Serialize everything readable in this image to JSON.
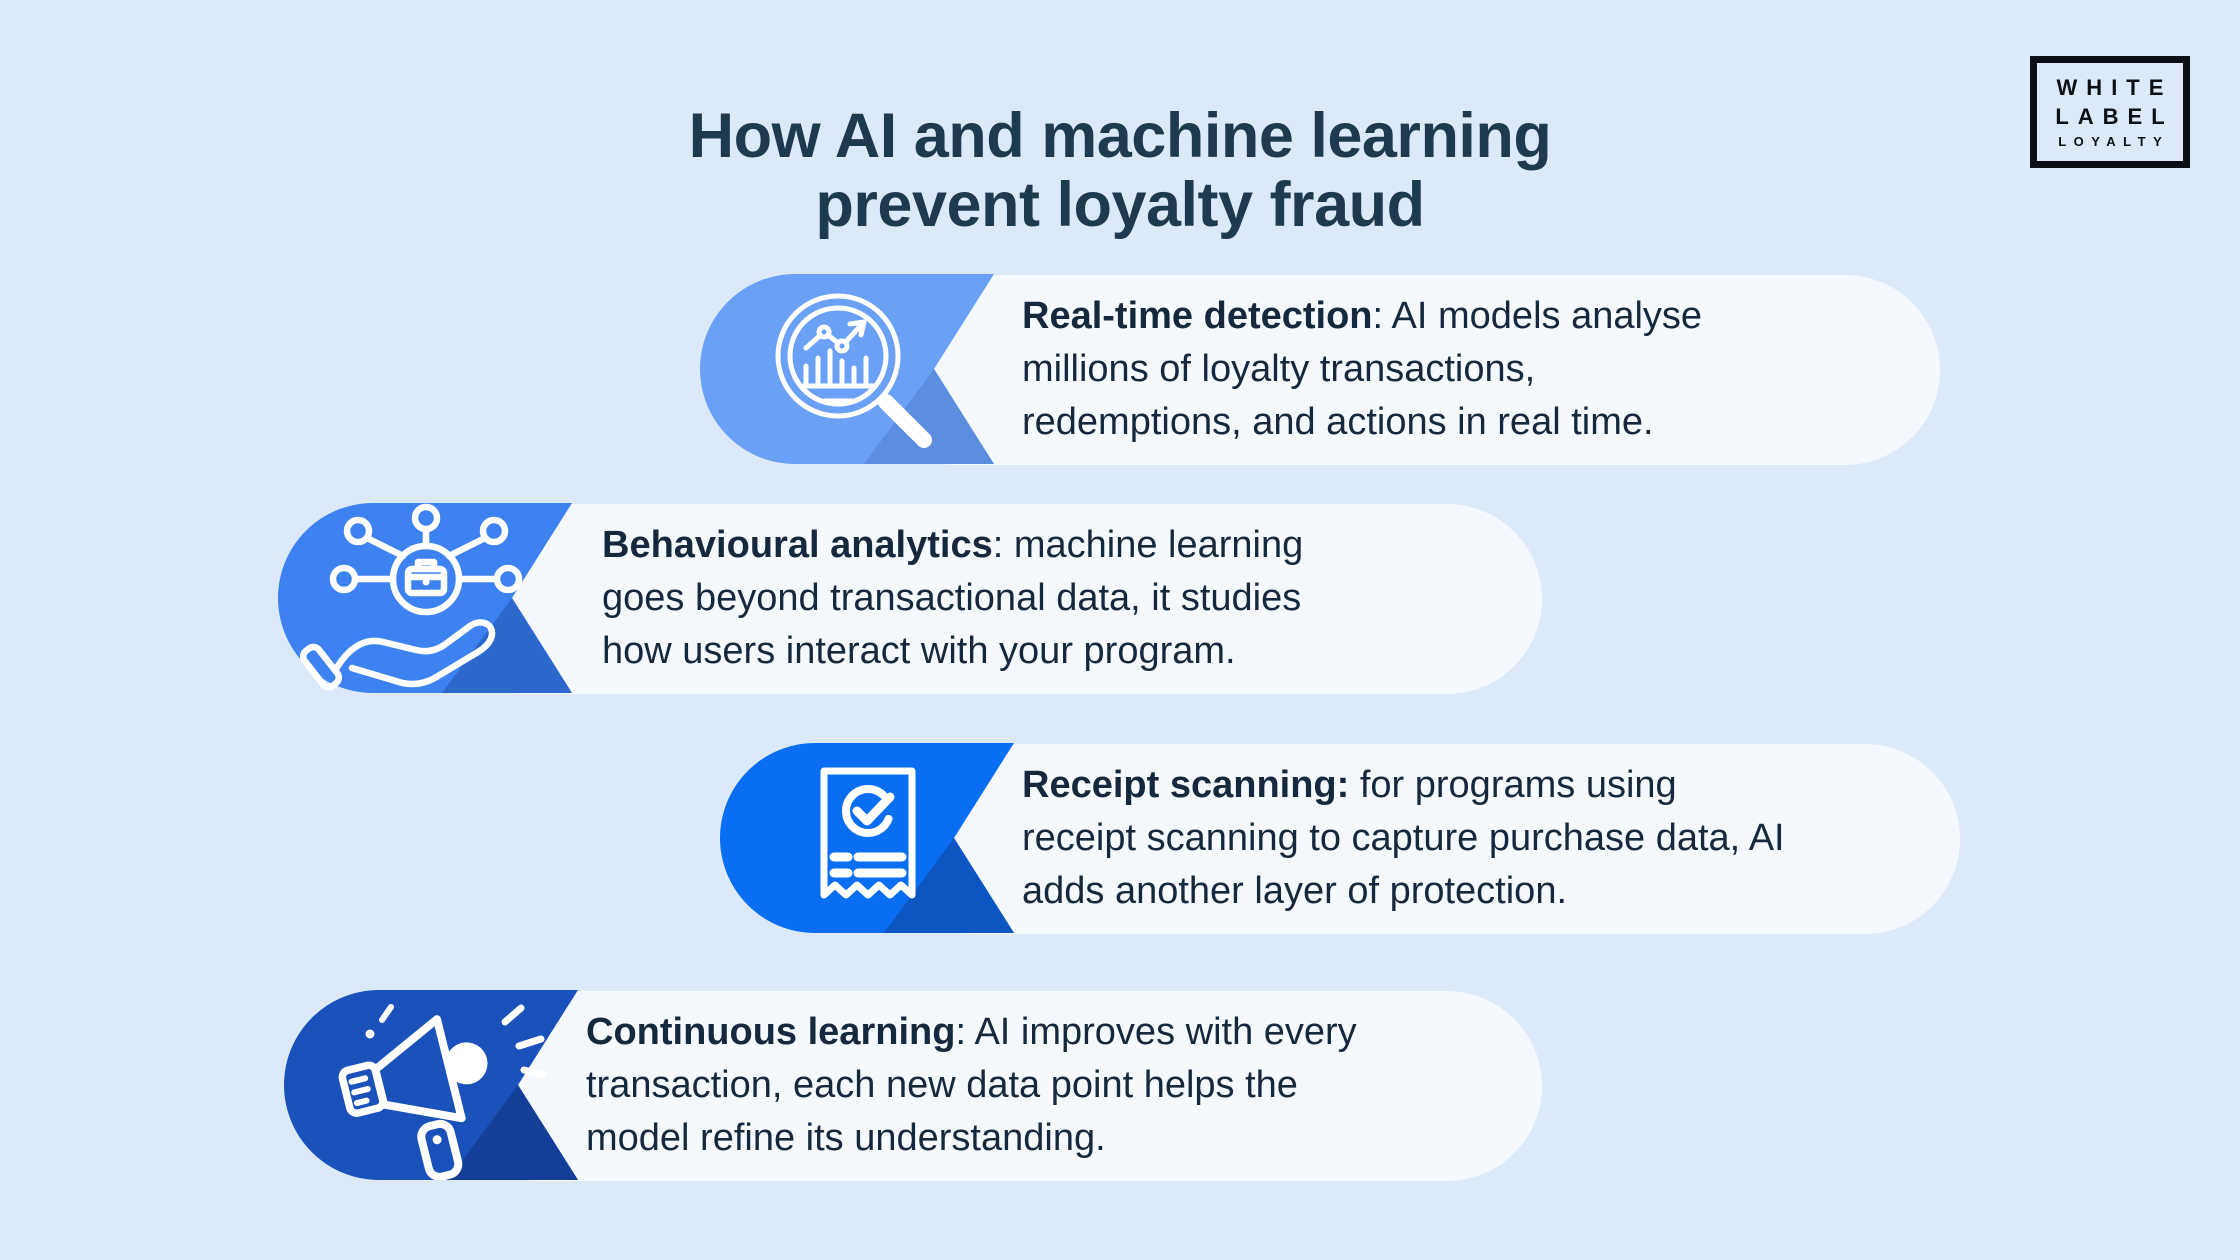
{
  "page": {
    "title_line1": "How AI and machine learning",
    "title_line2": "prevent loyalty fraud",
    "background_color": "#dce9f9",
    "card_color": "#f5f9fd",
    "title_color": "#1e3a4f",
    "text_color": "#16283d"
  },
  "logo": {
    "line1": "WHITE",
    "line2": "LABEL",
    "line3": "LOYALTY"
  },
  "items": [
    {
      "id": "real-time-detection",
      "icon": "magnifier-chart-icon",
      "lead": "Real-time detection",
      "rest": ": AI models analyse\nmillions of loyalty transactions,\nredemptions, and actions in real time.",
      "color_main": "#6aa1f7",
      "color_fold": "#5b8ede"
    },
    {
      "id": "behavioural-analytics",
      "icon": "hand-network-icon",
      "lead": "Behavioural analytics",
      "rest": ": machine learning\ngoes beyond transactional data, it studies\nhow users interact with your program.",
      "color_main": "#3d82f0",
      "color_fold": "#2c68cc"
    },
    {
      "id": "receipt-scanning",
      "icon": "receipt-check-icon",
      "lead": "Receipt scanning:",
      "rest": " for programs using\nreceipt scanning to capture purchase data, AI\nadds another layer of protection.",
      "color_main": "#0a6ef3",
      "color_fold": "#0d56c2"
    },
    {
      "id": "continuous-learning",
      "icon": "megaphone-icon",
      "lead": "Continuous learning",
      "rest": ": AI improves with every\ntransaction, each new data point helps the\nmodel refine its understanding.",
      "color_main": "#1a51ba",
      "color_fold": "#133f98"
    }
  ]
}
